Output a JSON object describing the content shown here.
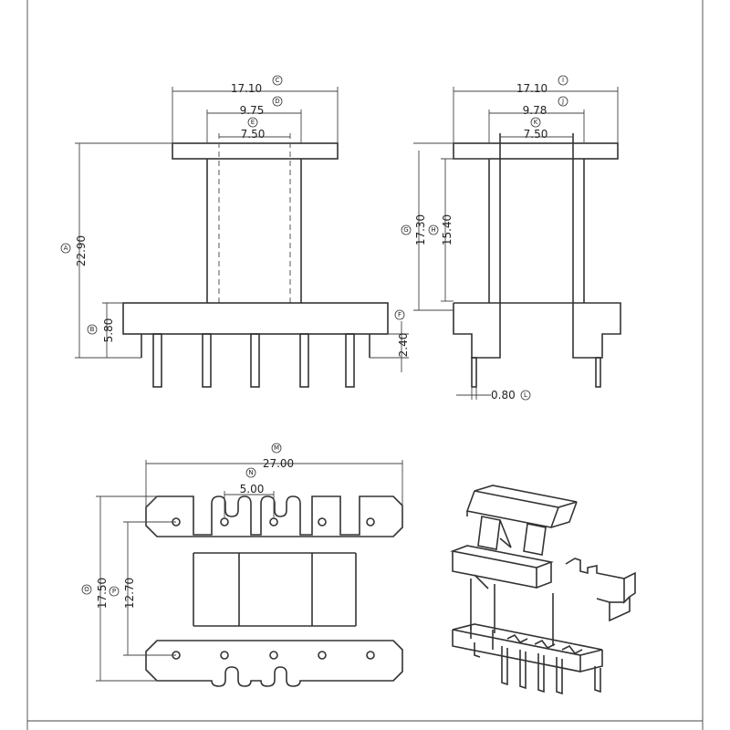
{
  "colors": {
    "line": "#333333",
    "background": "#ffffff"
  },
  "front_view": {
    "dims": {
      "top_width": "17.10",
      "top_width_label": "C",
      "mid_width": "9.75",
      "mid_width_label": "D",
      "inner_width": "7.50",
      "inner_width_label": "E",
      "height": "22.90",
      "height_label": "A",
      "base_height": "5.80",
      "base_height_label": "B",
      "pin_offset": "2.40",
      "pin_offset_label": "F"
    }
  },
  "side_view": {
    "dims": {
      "top_width": "17.10",
      "top_width_label": "I",
      "mid_width": "9.78",
      "mid_width_label": "J",
      "inner_width": "7.50",
      "inner_width_label": "K",
      "height_outer": "17.30",
      "height_outer_label": "G",
      "height_inner": "15.40",
      "height_inner_label": "H",
      "pin_width": "0.80",
      "pin_width_label": "L"
    }
  },
  "top_view": {
    "dims": {
      "length": "27.00",
      "length_label": "M",
      "pitch": "5.00",
      "pitch_label": "N",
      "width_outer": "17.50",
      "width_outer_label": "O",
      "width_inner": "12.70",
      "width_inner_label": "P"
    }
  }
}
